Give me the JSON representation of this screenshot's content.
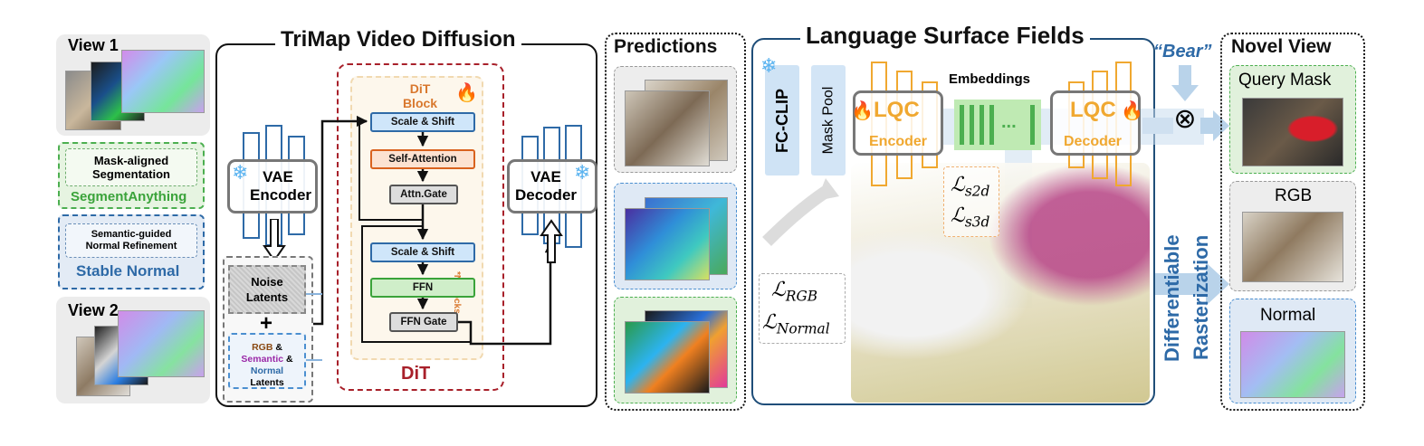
{
  "left": {
    "view1": "View 1",
    "view2": "View 2",
    "seg_desc": "Mask-aligned Segmentation",
    "seg_model": "SegmentAnything",
    "normal_desc": "Semantic-guided Normal Refinement",
    "normal_model": "Stable Normal"
  },
  "trimap": {
    "title": "TriMap Video Diffusion",
    "vae_encoder": "VAE Encoder",
    "vae_decoder": "VAE Decoder",
    "noise_latents": "Noise Latents",
    "plus": "+",
    "latents": {
      "rgb": "RGB",
      "amp1": " &",
      "semantic": "Semantic",
      "amp2": " &",
      "normal": "Normal",
      "tail": "Latents"
    },
    "dit_label": "DiT",
    "dit_block": "DiT Block",
    "scale_shift_1": "Scale & Shift",
    "self_attention": "Self-Attention",
    "attn_gate": "Attn.Gate",
    "scale_shift_2": "Scale & Shift",
    "ffn": "FFN",
    "ffn_gate": "FFN Gate",
    "n_blocks": "*N Blocks"
  },
  "predictions": {
    "title": "Predictions"
  },
  "lsf": {
    "title": "Language Surface Fields",
    "fc_clip": "FC-CLIP",
    "mask_pool": "Mask Pool",
    "lqc": "LQC",
    "encoder": "Encoder",
    "decoder": "Decoder",
    "embeddings": "Embeddings",
    "dots": "...",
    "loss_s2d": "ℒs2d",
    "loss_s3d": "ℒs3d",
    "loss_rgb": "ℒRGB",
    "loss_normal": "ℒNormal"
  },
  "query": {
    "text": "“Bear”",
    "otimes": "⊗"
  },
  "rasterization": {
    "line1": "Differentiable",
    "line2": "Rasterization"
  },
  "novel": {
    "title": "Novel View",
    "query_mask": "Query Mask",
    "rgb": "RGB",
    "normal": "Normal"
  },
  "colors": {
    "blue": "#2e6aa7",
    "orange": "#f0a830",
    "green": "#7dd07a",
    "dark_red": "#a8202a"
  }
}
